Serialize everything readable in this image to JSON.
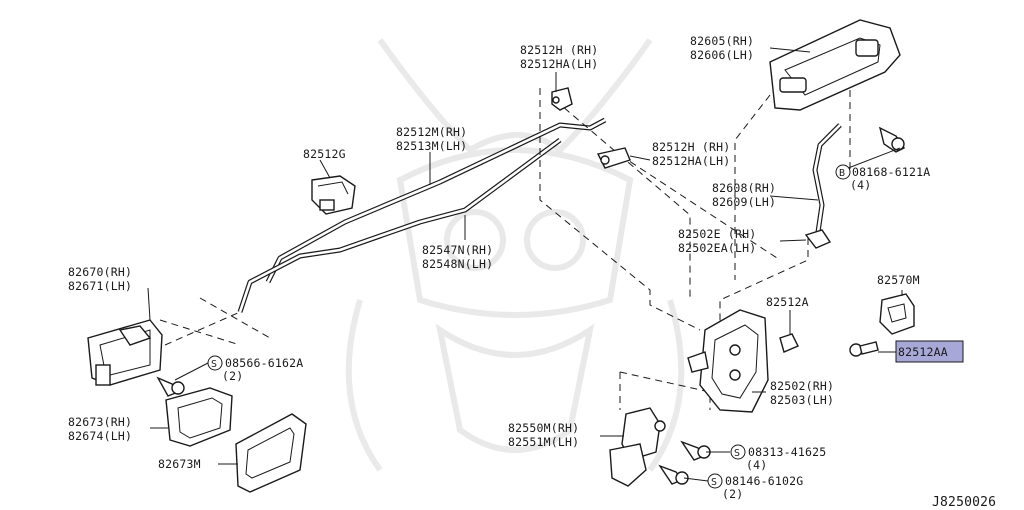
{
  "diagram_id": "J8250026",
  "highlight_color": "#a8a8d8",
  "labels": {
    "p82512h_rh_top": "82512H (RH)",
    "p82512ha_lh_top": "82512HA(LH)",
    "p82605": "82605(RH)",
    "p82606": "82606(LH)",
    "p82512m": "82512M(RH)",
    "p82513m": "82513M(LH)",
    "p82512g": "82512G",
    "p82512h_rh_mid": "82512H (RH)",
    "p82512ha_lh_mid": "82512HA(LH)",
    "p08168_num": "08168-6121A",
    "p08168_qty": "(4)",
    "p82608": "82608(RH)",
    "p82609": "82609(LH)",
    "p82502e": "82502E (RH)",
    "p82502ea": "82502EA(LH)",
    "p82547n": "82547N(RH)",
    "p82548n": "82548N(LH)",
    "p82670": "82670(RH)",
    "p82671": "82671(LH)",
    "p82570m": "82570M",
    "p82512a": "82512A",
    "p82512aa": "82512AA",
    "p08566_num": "08566-6162A",
    "p08566_qty": "(2)",
    "p82502": "82502(RH)",
    "p82503": "82503(LH)",
    "p82673_rh": "82673(RH)",
    "p82674": "82674(LH)",
    "p82550m": "82550M(RH)",
    "p82551m": "82551M(LH)",
    "p08313_num": "08313-41625",
    "p08313_qty": "(4)",
    "p82673m": "82673M",
    "p08146_num": "08146-6102G",
    "p08146_qty": "(2)"
  },
  "symbols": {
    "b_mark": "B",
    "s_mark": "S"
  }
}
